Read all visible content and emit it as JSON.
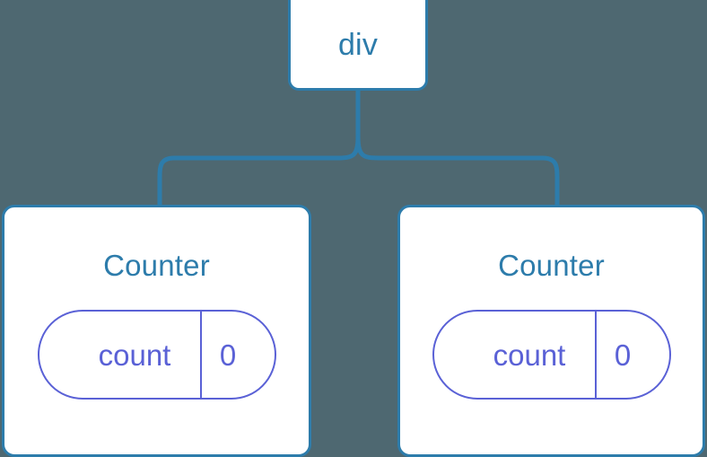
{
  "diagram": {
    "title": "component-tree",
    "background_color": "#4e6871",
    "node_fill_color": "#ffffff",
    "node_border_color": "#2d7cab",
    "node_text_color": "#2d7cab",
    "connector_color": "#2d7cab",
    "state_pill_color": "#5a61d6"
  },
  "root": {
    "label": "div"
  },
  "children": [
    {
      "label": "Counter",
      "state": {
        "key": "count",
        "value": "0"
      }
    },
    {
      "label": "Counter",
      "state": {
        "key": "count",
        "value": "0"
      }
    }
  ]
}
